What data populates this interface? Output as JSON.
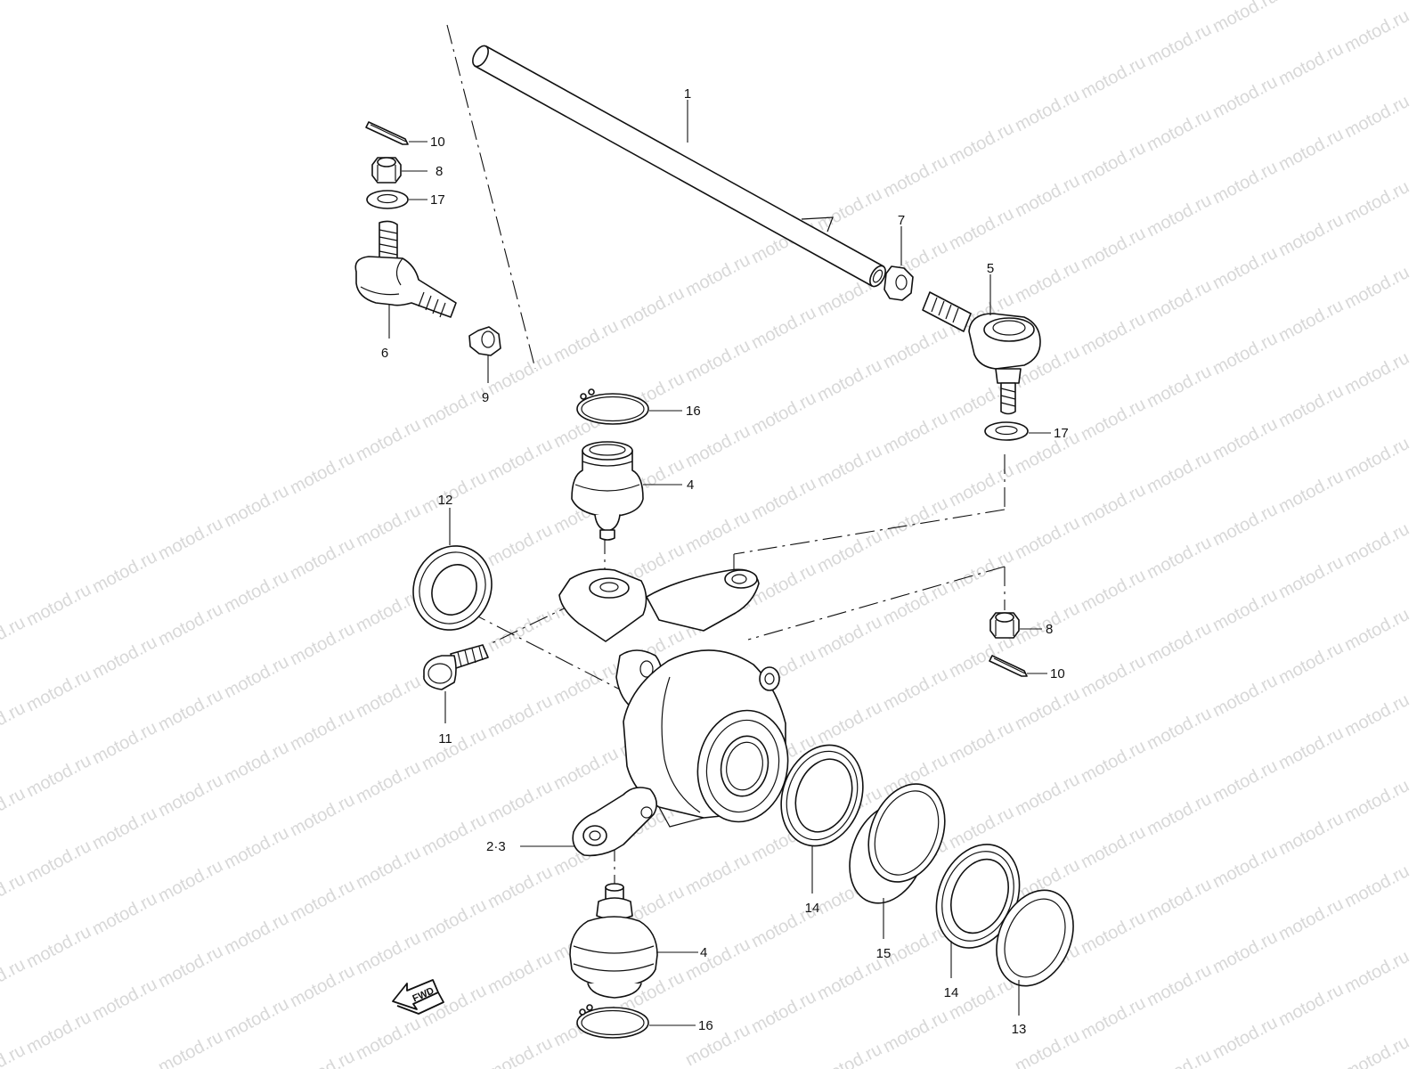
{
  "watermark": "motod.ru",
  "fwd_label": "FWD",
  "callouts": {
    "c1": "1",
    "c10a": "10",
    "c8a": "8",
    "c17a": "17",
    "c6": "6",
    "c9": "9",
    "c7": "7",
    "c5": "5",
    "c16a": "16",
    "c17b": "17",
    "c4a": "4",
    "c12": "12",
    "c8b": "8",
    "c10b": "10",
    "c11": "11",
    "c23": "2·3",
    "c14a": "14",
    "c15": "15",
    "c14b": "14",
    "c13": "13",
    "c4b": "4",
    "c16b": "16"
  }
}
